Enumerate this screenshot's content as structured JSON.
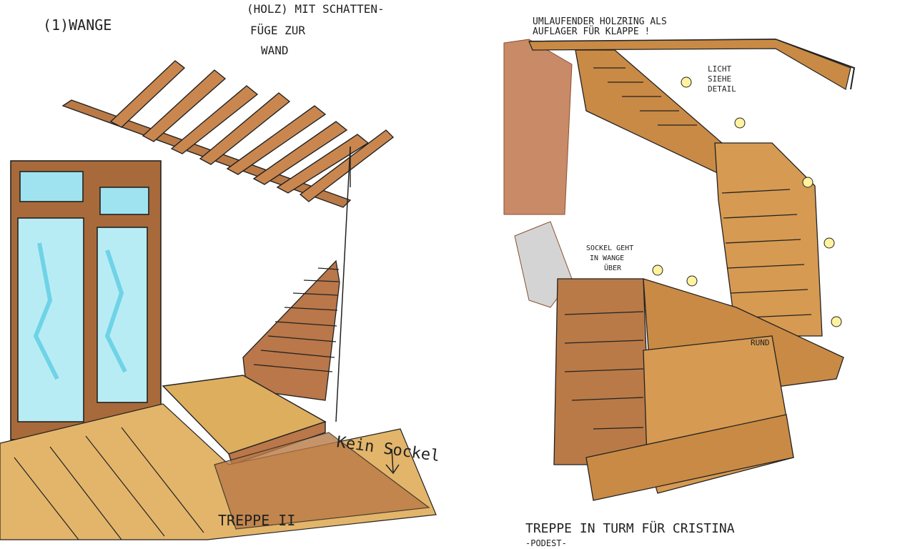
{
  "colors": {
    "wood_dark": "#a86a3a",
    "wood_mid": "#c98a45",
    "wood_light": "#e3b56a",
    "floor": "#dcae5e",
    "shadow": "#b9774a",
    "glass": "#9fe3f0",
    "ink": "#1c1c1c",
    "light_glow": "#fff3a0"
  },
  "left_sketch": {
    "note_top_a": "(1)WANGE",
    "note_top_b_line1": "(HOLZ) MIT SCHATTEN-",
    "note_top_b_line2": "FÜGE ZUR",
    "note_top_b_line3": "WAND",
    "note_no_base": "Kein Sockel",
    "caption": "TREPPE II"
  },
  "right_sketch": {
    "note_ring_line1": "UMLAUFENDER HOLZRING ALS",
    "note_ring_line2": "AUFLAGER FÜR KLAPPE !",
    "note_light_line1": "LICHT",
    "note_light_line2": "SIEHE",
    "note_light_line3": "DETAIL",
    "note_sockel_line1": "SOCKEL GEHT",
    "note_sockel_line2": "IN WANGE",
    "note_sockel_line3": "ÜBER",
    "note_round": "RUND",
    "caption": "TREPPE IN TURM   FÜR CRISTINA",
    "caption_sub": "-PODEST-"
  }
}
